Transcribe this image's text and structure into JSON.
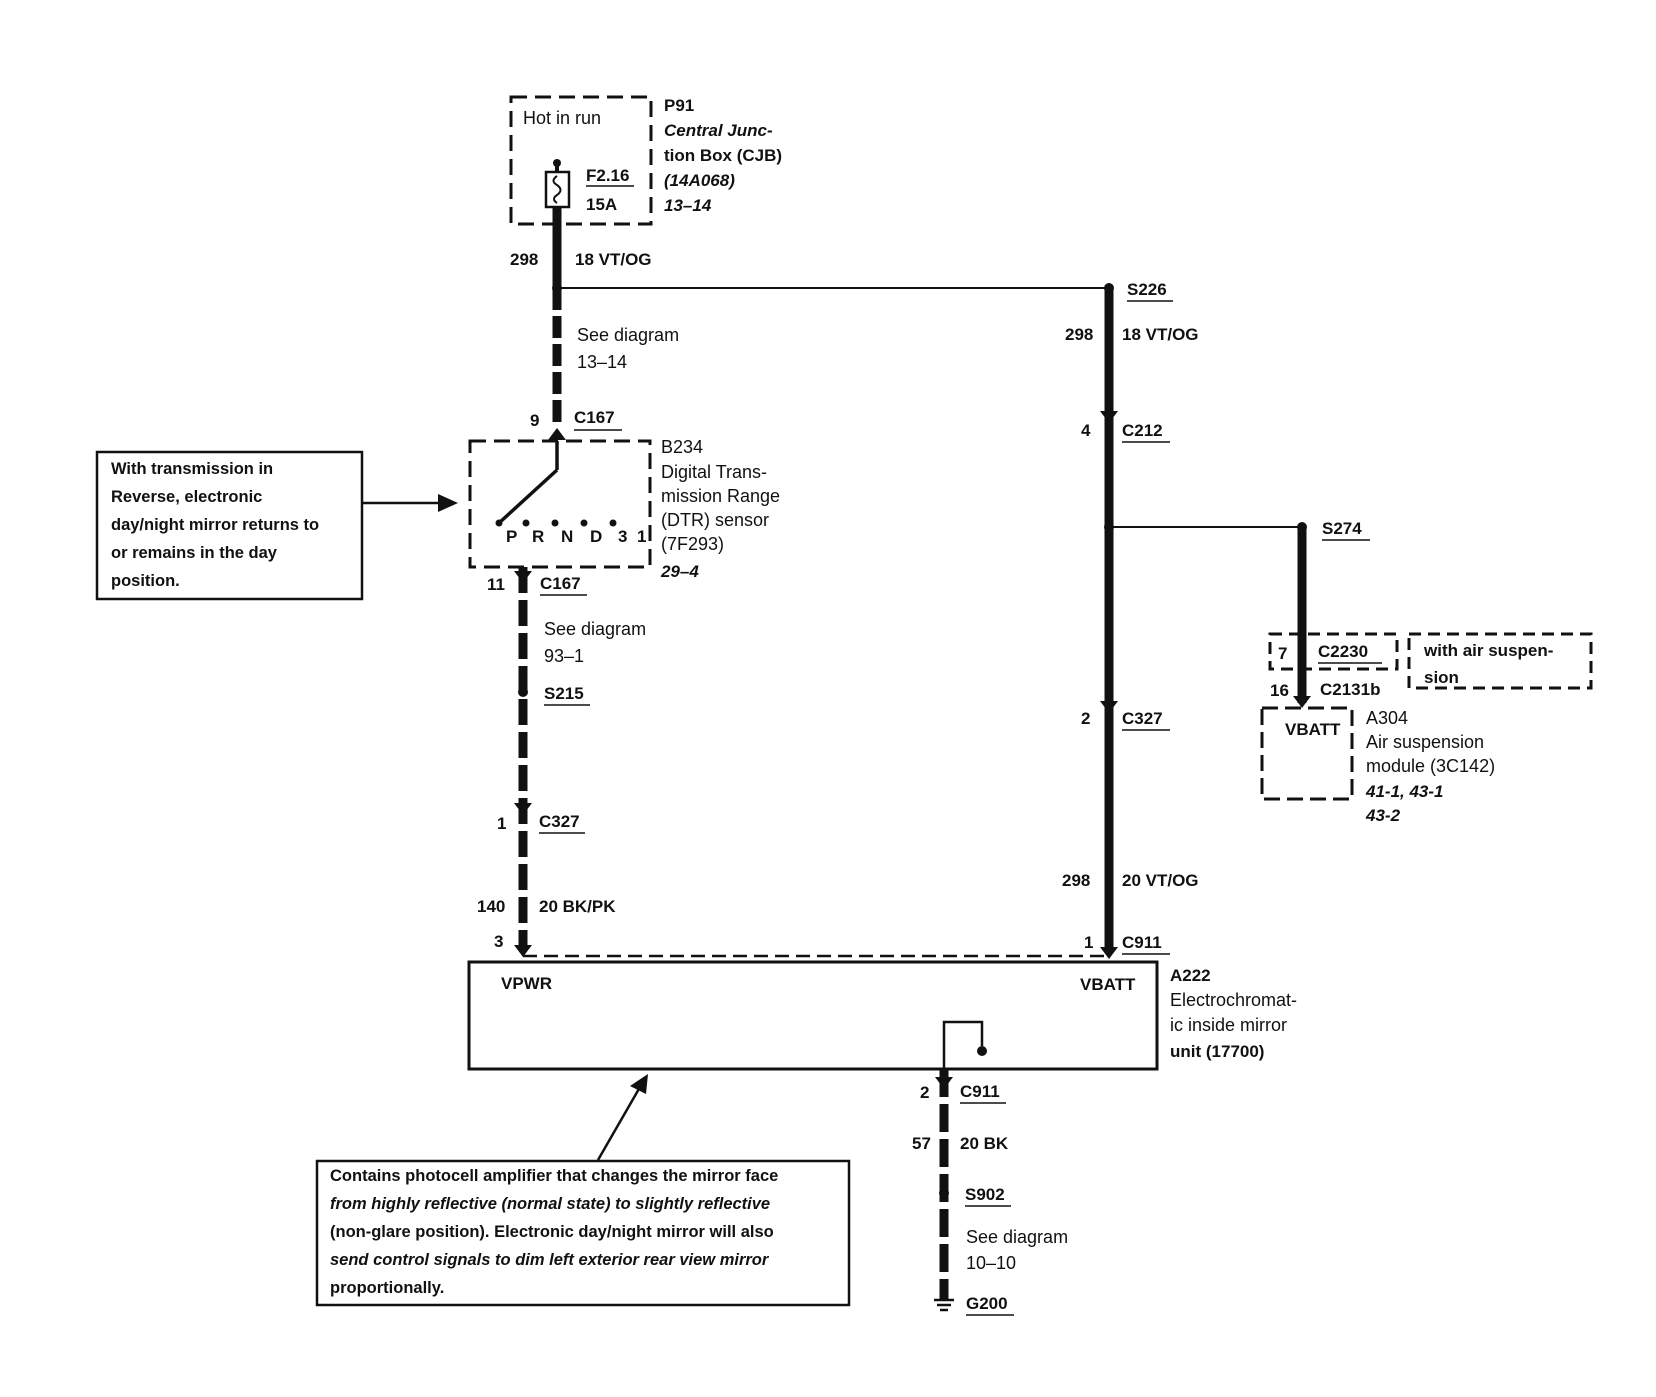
{
  "cjb": {
    "hot_label": "Hot in run",
    "ref": "P91",
    "name_line1": "Central Junc-",
    "name_line2": "tion Box (CJB)",
    "part": "(14A068)",
    "diagram": "13–14",
    "fuse_id": "F2.16",
    "fuse_rating": "15A"
  },
  "wire_298_top": {
    "circuit": "298",
    "gauge": "18 VT/OG"
  },
  "see_13": {
    "line1": "See diagram",
    "line2": "13–14"
  },
  "splice_s226": "S226",
  "wire_298_right": {
    "circuit": "298",
    "gauge": "18 VT/OG"
  },
  "c167_top": {
    "pin": "9",
    "connector": "C167"
  },
  "c212": {
    "pin": "4",
    "connector": "C212"
  },
  "dtr": {
    "ref": "B234",
    "name_line1": "Digital Trans-",
    "name_line2": "mission Range",
    "name_line3": "(DTR) sensor",
    "part": "(7F293)",
    "diagram": "29–4",
    "positions": [
      "P",
      "R",
      "N",
      "D",
      "3",
      "1"
    ]
  },
  "note_reverse": [
    "With transmission in",
    "Reverse, electronic",
    "day/night mirror returns to",
    "or remains in the day",
    "position."
  ],
  "splice_s274": "S274",
  "c167_bottom": {
    "pin": "11",
    "connector": "C167"
  },
  "see_93": {
    "line1": "See diagram",
    "line2": "93–1"
  },
  "splice_s215": "S215",
  "air_susp_conn": {
    "pin": "7",
    "connector": "C2230",
    "note_line1": "with air suspen-",
    "note_line2": "sion"
  },
  "c2131b": {
    "pin": "16",
    "connector": "C2131b"
  },
  "air_module": {
    "pin_label": "VBATT",
    "ref": "A304",
    "name_line1": "Air suspension",
    "name_line2": "module (3C142)",
    "diagram_line1": "41-1, 43-1",
    "diagram_line2": "43-2"
  },
  "c327_right": {
    "pin": "2",
    "connector": "C327"
  },
  "c327_left": {
    "pin": "1",
    "connector": "C327"
  },
  "wire_298_lower": {
    "circuit": "298",
    "gauge": "20 VT/OG"
  },
  "wire_140": {
    "circuit": "140",
    "gauge": "20 BK/PK"
  },
  "c911_top": {
    "pin": "1",
    "connector": "C911"
  },
  "vpwr_pin": "3",
  "mirror": {
    "vpwr": "VPWR",
    "vbatt": "VBATT",
    "ref": "A222",
    "name_line1": "Electrochromat-",
    "name_line2": "ic inside mirror",
    "name_line3": "unit (17700)"
  },
  "c911_bottom": {
    "pin": "2",
    "connector": "C911"
  },
  "wire_57": {
    "circuit": "57",
    "gauge": "20 BK"
  },
  "splice_s902": "S902",
  "see_10": {
    "line1": "See diagram",
    "line2": "10–10"
  },
  "ground": "G200",
  "note_photocell": [
    "Contains photocell amplifier that changes the mirror face",
    "from highly reflective (normal state) to slightly reflective",
    "(non-glare position). Electronic day/night mirror will also",
    "send control signals to dim left exterior rear view mirror",
    "proportionally."
  ]
}
